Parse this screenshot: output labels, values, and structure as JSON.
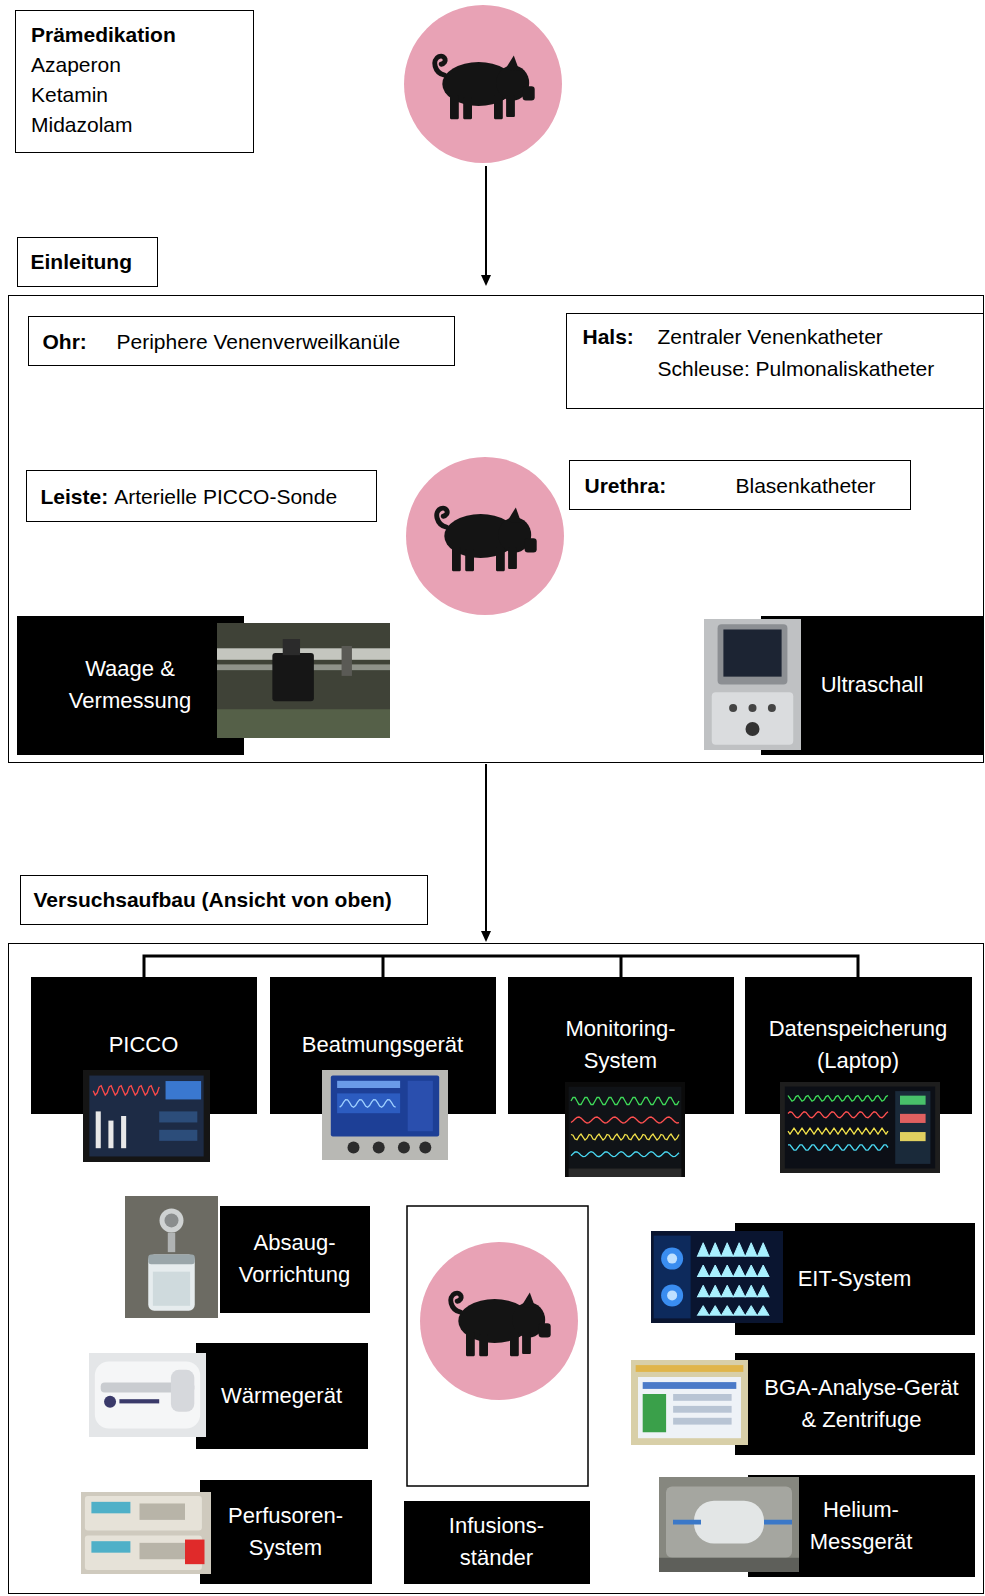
{
  "diagram": {
    "nodes": [
      {
        "text": [
          "Prämedikation",
          "Azaperon",
          "Ketamin",
          "Midazolam"
        ]
      },
      {
        "text": [
          "Einleitung"
        ]
      },
      {
        "text": [
          "Ohr:",
          "Periphere Venenverweilkanüle"
        ],
        "in": 1
      },
      {
        "text": [
          "Hals:",
          "Zentraler Venenkatheter",
          "Schleuse: Pulmonaliskatheter"
        ],
        "in": 1
      },
      {
        "text": [
          "Leiste:",
          "Arterielle PICCO-Sonde"
        ],
        "in": 1
      },
      {
        "text": [
          "Urethra:",
          "Blasenkatheter"
        ],
        "in": 1
      },
      {
        "text": [
          "Waage & Vermessung"
        ],
        "in": 1
      },
      {
        "text": [
          "Ultraschall"
        ],
        "in": 1
      },
      {
        "text": [
          "Versuchsaufbau (Ansicht von oben)"
        ]
      },
      {
        "text": [
          "PICCO"
        ],
        "in": 8
      },
      {
        "text": [
          "Beatmungsgerät"
        ],
        "in": 8
      },
      {
        "text": [
          "Monitoring- System"
        ],
        "in": 8
      },
      {
        "text": [
          "Datenspeicherung (Laptop)"
        ],
        "in": 8
      },
      {
        "text": [
          "Absaug- Vorrichtung"
        ],
        "in": 8
      },
      {
        "text": [
          "EIT-System"
        ],
        "in": 8
      },
      {
        "text": [
          "Wärmegerät"
        ],
        "in": 8
      },
      {
        "text": [
          "BGA-Analyse-Gerät & Zentrifuge"
        ],
        "in": 8
      },
      {
        "text": [
          "Perfusoren- System"
        ],
        "in": 8
      },
      {
        "text": [
          "Infusions- ständer"
        ],
        "in": 8
      },
      {
        "text": [
          "Helium- Messgerät"
        ],
        "in": 8
      }
    ],
    "edges": [
      {
        "from": 1,
        "to": 8,
        "arrow": "to"
      }
    ]
  }
}
